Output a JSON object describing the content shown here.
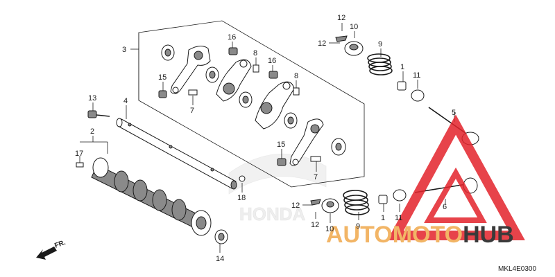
{
  "diagram": {
    "code": "MKL4E0300",
    "front_label": "FR.",
    "callouts": [
      {
        "id": "c3",
        "label": "3"
      },
      {
        "id": "c16a",
        "label": "16"
      },
      {
        "id": "c8a",
        "label": "8"
      },
      {
        "id": "c16b",
        "label": "16"
      },
      {
        "id": "c8b",
        "label": "8"
      },
      {
        "id": "c15a",
        "label": "15"
      },
      {
        "id": "c7a",
        "label": "7"
      },
      {
        "id": "c13",
        "label": "13"
      },
      {
        "id": "c4",
        "label": "4"
      },
      {
        "id": "c2",
        "label": "2"
      },
      {
        "id": "c17",
        "label": "17"
      },
      {
        "id": "c15b",
        "label": "15"
      },
      {
        "id": "c7b",
        "label": "7"
      },
      {
        "id": "c18",
        "label": "18"
      },
      {
        "id": "c14",
        "label": "14"
      },
      {
        "id": "c12a",
        "label": "12"
      },
      {
        "id": "c12b",
        "label": "12"
      },
      {
        "id": "c10a",
        "label": "10"
      },
      {
        "id": "c9a",
        "label": "9"
      },
      {
        "id": "c1a",
        "label": "1"
      },
      {
        "id": "c11a",
        "label": "11"
      },
      {
        "id": "c5",
        "label": "5"
      },
      {
        "id": "c6",
        "label": "6"
      },
      {
        "id": "c12c",
        "label": "12"
      },
      {
        "id": "c12d",
        "label": "12"
      },
      {
        "id": "c10b",
        "label": "10"
      },
      {
        "id": "c9b",
        "label": "9"
      },
      {
        "id": "c1b",
        "label": "1"
      },
      {
        "id": "c11b",
        "label": "11"
      }
    ]
  },
  "watermark": {
    "part1": "AUTOMOTO",
    "part2": "HUB",
    "brand": "HONDA",
    "colors": {
      "triangle": "#e3232b",
      "orange": "#f2b566",
      "dark": "#3a3a3a"
    }
  }
}
